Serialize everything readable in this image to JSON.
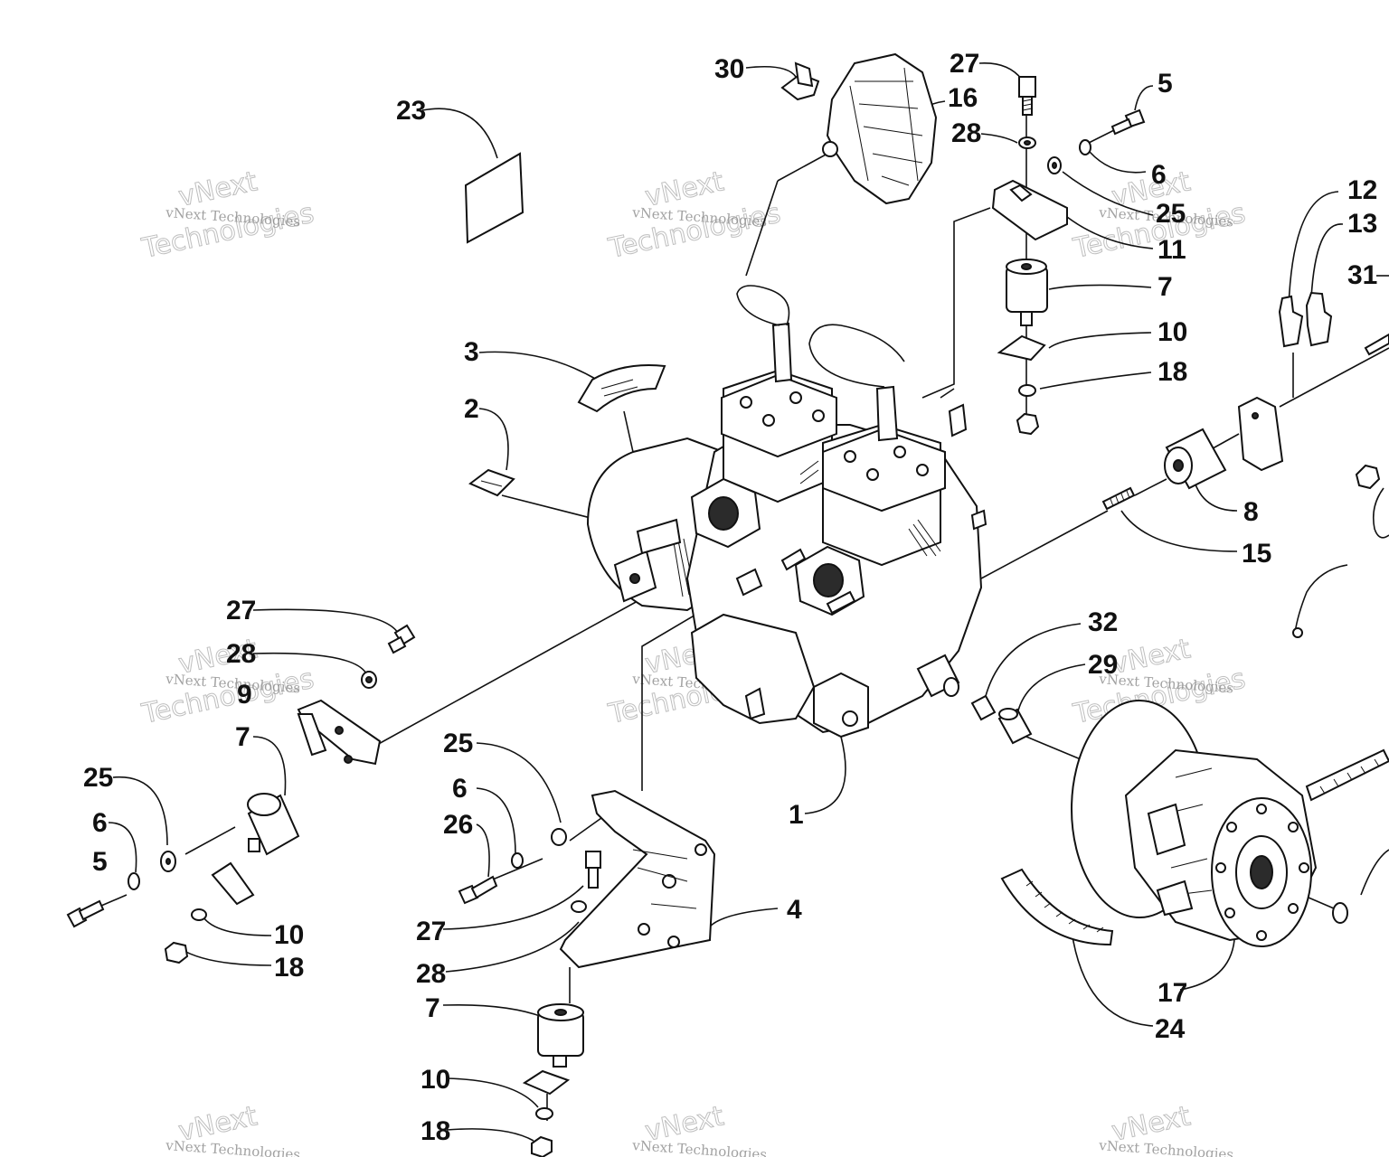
{
  "diagram": {
    "callouts": [
      {
        "id": "c-30",
        "text": "30"
      },
      {
        "id": "c-16",
        "text": "16"
      },
      {
        "id": "c-27a",
        "text": "27"
      },
      {
        "id": "c-28a",
        "text": "28"
      },
      {
        "id": "c-5a",
        "text": "5"
      },
      {
        "id": "c-6a",
        "text": "6"
      },
      {
        "id": "c-25a",
        "text": "25"
      },
      {
        "id": "c-11",
        "text": "11"
      },
      {
        "id": "c-7a",
        "text": "7"
      },
      {
        "id": "c-10a",
        "text": "10"
      },
      {
        "id": "c-18a",
        "text": "18"
      },
      {
        "id": "c-12",
        "text": "12"
      },
      {
        "id": "c-13",
        "text": "13"
      },
      {
        "id": "c-31",
        "text": "31"
      },
      {
        "id": "c-23",
        "text": "23"
      },
      {
        "id": "c-3",
        "text": "3"
      },
      {
        "id": "c-2",
        "text": "2"
      },
      {
        "id": "c-8",
        "text": "8"
      },
      {
        "id": "c-15",
        "text": "15"
      },
      {
        "id": "c-27b",
        "text": "27"
      },
      {
        "id": "c-28b",
        "text": "28"
      },
      {
        "id": "c-9",
        "text": "9"
      },
      {
        "id": "c-7b",
        "text": "7"
      },
      {
        "id": "c-25b",
        "text": "25"
      },
      {
        "id": "c-6b",
        "text": "6"
      },
      {
        "id": "c-5b",
        "text": "5"
      },
      {
        "id": "c-10b",
        "text": "10"
      },
      {
        "id": "c-18b",
        "text": "18"
      },
      {
        "id": "c-32",
        "text": "32"
      },
      {
        "id": "c-29",
        "text": "29"
      },
      {
        "id": "c-1",
        "text": "1"
      },
      {
        "id": "c-25c",
        "text": "25"
      },
      {
        "id": "c-6c",
        "text": "6"
      },
      {
        "id": "c-26",
        "text": "26"
      },
      {
        "id": "c-4",
        "text": "4"
      },
      {
        "id": "c-27c",
        "text": "27"
      },
      {
        "id": "c-28c",
        "text": "28"
      },
      {
        "id": "c-7c",
        "text": "7"
      },
      {
        "id": "c-10c",
        "text": "10"
      },
      {
        "id": "c-18c",
        "text": "18"
      },
      {
        "id": "c-17",
        "text": "17"
      },
      {
        "id": "c-24",
        "text": "24"
      }
    ]
  },
  "watermark": {
    "line1": "vNext Technologies",
    "line2": "vNext",
    "line3": "Technologies"
  }
}
